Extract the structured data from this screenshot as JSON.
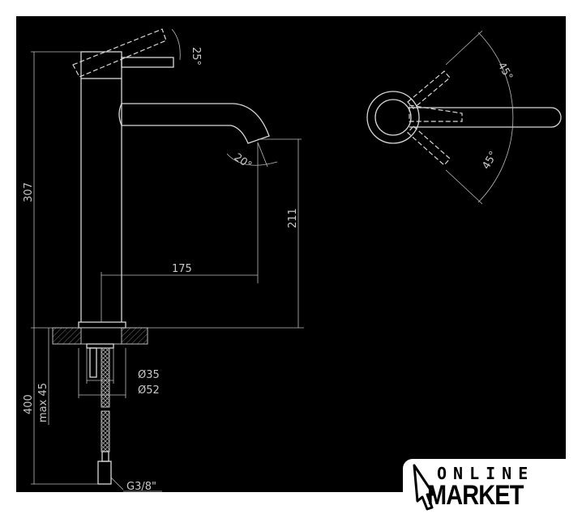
{
  "drawing": {
    "side_view": {
      "lever_angle": "25°",
      "spout_angle": "20°",
      "total_height": "307",
      "spout_height": "211",
      "spout_reach": "175",
      "diameter_inner": "Ø35",
      "diameter_outer": "Ø52",
      "hose_length": "400",
      "max_thickness": "max 45",
      "thread": "G3/8\""
    },
    "top_view": {
      "rotation_left": "45°",
      "rotation_right": "45°"
    }
  },
  "logo": {
    "line1": "ONLINE",
    "line2": "MARKET"
  },
  "colors": {
    "background": "#000000",
    "lines": "#d8d8d8"
  }
}
